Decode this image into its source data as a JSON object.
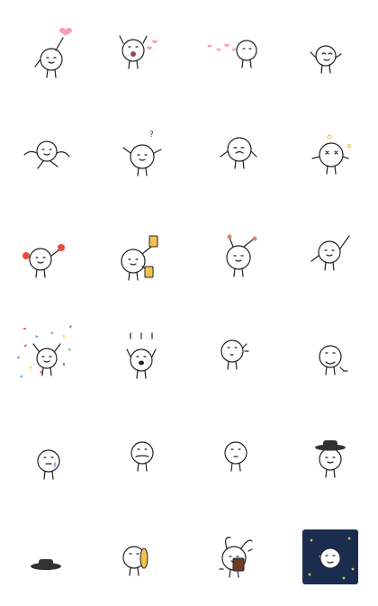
{
  "sticker_grid": {
    "columns": 4,
    "colors": {
      "ink": "#222222",
      "heart": "#f6a1b6",
      "boxing_glove": "#e74c3c",
      "beer": "#f2c14e",
      "dark_gray": "#707070",
      "hat": "#333333",
      "night_sky": "#1b2d4f",
      "star": "#f1d54b",
      "confetti": [
        "#f06292",
        "#64b5f6",
        "#81c784",
        "#ffd54f",
        "#ba68c8"
      ]
    },
    "stickers": [
      {
        "id": 1,
        "pose": "holding-heart-balloon",
        "icon": "heart-balloon-icon"
      },
      {
        "id": 2,
        "pose": "blowing-kisses",
        "icon": "hearts-icon"
      },
      {
        "id": 3,
        "pose": "hearts-trail",
        "icon": "hearts-icon"
      },
      {
        "id": 4,
        "pose": "shy-smile",
        "icon": ""
      },
      {
        "id": 5,
        "pose": "lying-down",
        "icon": ""
      },
      {
        "id": 6,
        "pose": "confused",
        "icon": "question-mark-icon",
        "mark": "?"
      },
      {
        "id": 7,
        "pose": "sad-gloomy",
        "icon": "dark-cloud-icon"
      },
      {
        "id": 8,
        "pose": "dizzy",
        "icon": "sparkle-icon"
      },
      {
        "id": 9,
        "pose": "boxing",
        "icon": "boxing-glove-icon"
      },
      {
        "id": 10,
        "pose": "cheers-beer",
        "icon": "beer-mug-icon"
      },
      {
        "id": 11,
        "pose": "antennae-wiggle",
        "icon": "antenna-icon"
      },
      {
        "id": 12,
        "pose": "waving",
        "icon": ""
      },
      {
        "id": 13,
        "pose": "confetti-celebrate",
        "icon": "confetti-icon"
      },
      {
        "id": 14,
        "pose": "cheering",
        "icon": "cheer-lines-icon"
      },
      {
        "id": 15,
        "pose": "surprised",
        "icon": "spark-icon"
      },
      {
        "id": 16,
        "pose": "thinking-pipe",
        "icon": ""
      },
      {
        "id": 17,
        "pose": "crying",
        "icon": "tear-icon"
      },
      {
        "id": 18,
        "pose": "mustache",
        "icon": ""
      },
      {
        "id": 19,
        "pose": "blank-stare",
        "icon": ""
      },
      {
        "id": 20,
        "pose": "wearing-hat",
        "icon": "hat-icon"
      },
      {
        "id": 21,
        "pose": "hat-only",
        "icon": "hat-icon"
      },
      {
        "id": 22,
        "pose": "hiding-behind-coin",
        "icon": "coin-icon"
      },
      {
        "id": 23,
        "pose": "bunny-chocolate",
        "icon": "chocolate-icon"
      },
      {
        "id": 24,
        "pose": "starry-night",
        "icon": "star-icon"
      }
    ]
  }
}
